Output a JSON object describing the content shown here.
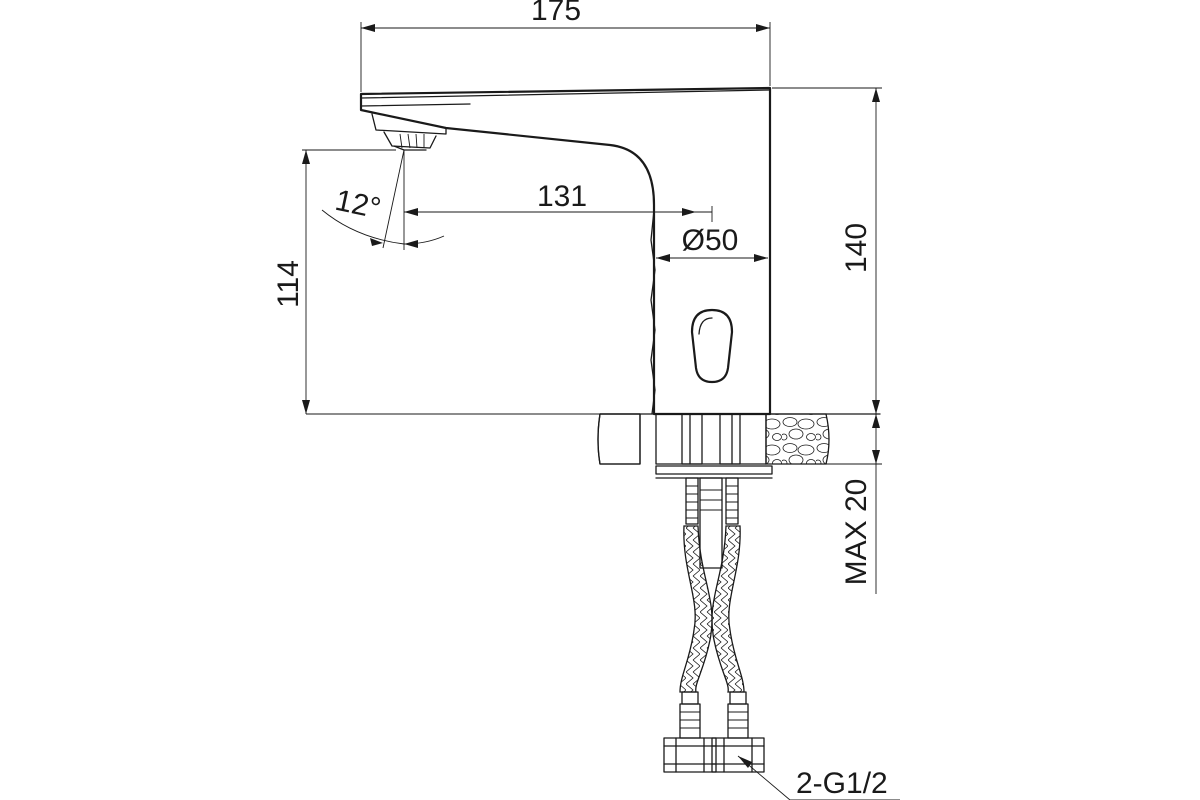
{
  "dimensions": {
    "overall_width": "175",
    "spout_reach": "131",
    "body_diameter": "Ø50",
    "overall_height": "140",
    "outlet_height": "114",
    "outlet_angle": "12°",
    "max_counter_thickness": "MAX 20",
    "connection": "2-G1/2"
  }
}
